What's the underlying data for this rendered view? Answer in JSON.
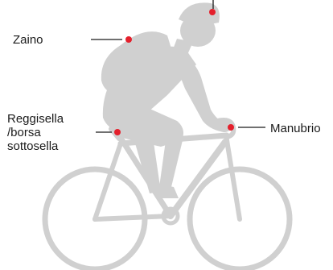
{
  "labels": {
    "backpack": "Zaino",
    "seatpost_line1": "Reggisella",
    "seatpost_line2": "/borsa",
    "seatpost_line3": "sottosella",
    "handlebar": "Manubrio"
  },
  "colors": {
    "silhouette": "#d0d0d0",
    "marker": "#e4202c",
    "leader_line": "#1a1a1a",
    "text": "#1a1a1a"
  }
}
